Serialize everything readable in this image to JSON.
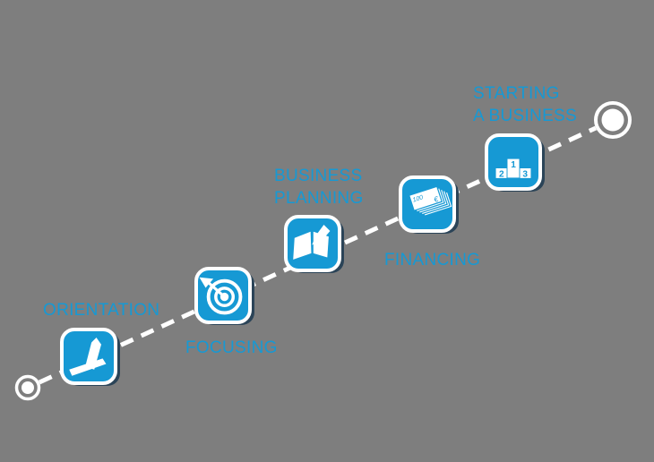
{
  "colors": {
    "background": "#7e7e7e",
    "accent": "#1699d4",
    "tile_edge_shadow": "#2b4458",
    "line_color": "#ffffff"
  },
  "steps": [
    {
      "label": "ORIENTATION",
      "icon": "signpost-icon"
    },
    {
      "label": "FOCUSING",
      "icon": "target-dart-icon"
    },
    {
      "label_lines": [
        "BUSINESS",
        "PLANNING"
      ],
      "icon": "open-book-pencil-icon"
    },
    {
      "label": "FINANCING",
      "icon": "banknotes-icon",
      "banknote": {
        "value": "100",
        "currency": "€"
      }
    },
    {
      "label_lines": [
        "STARTING",
        "A BUSINESS"
      ],
      "icon": "winners-podium-icon",
      "podium_ranks": [
        "1",
        "2",
        "3"
      ]
    }
  ]
}
